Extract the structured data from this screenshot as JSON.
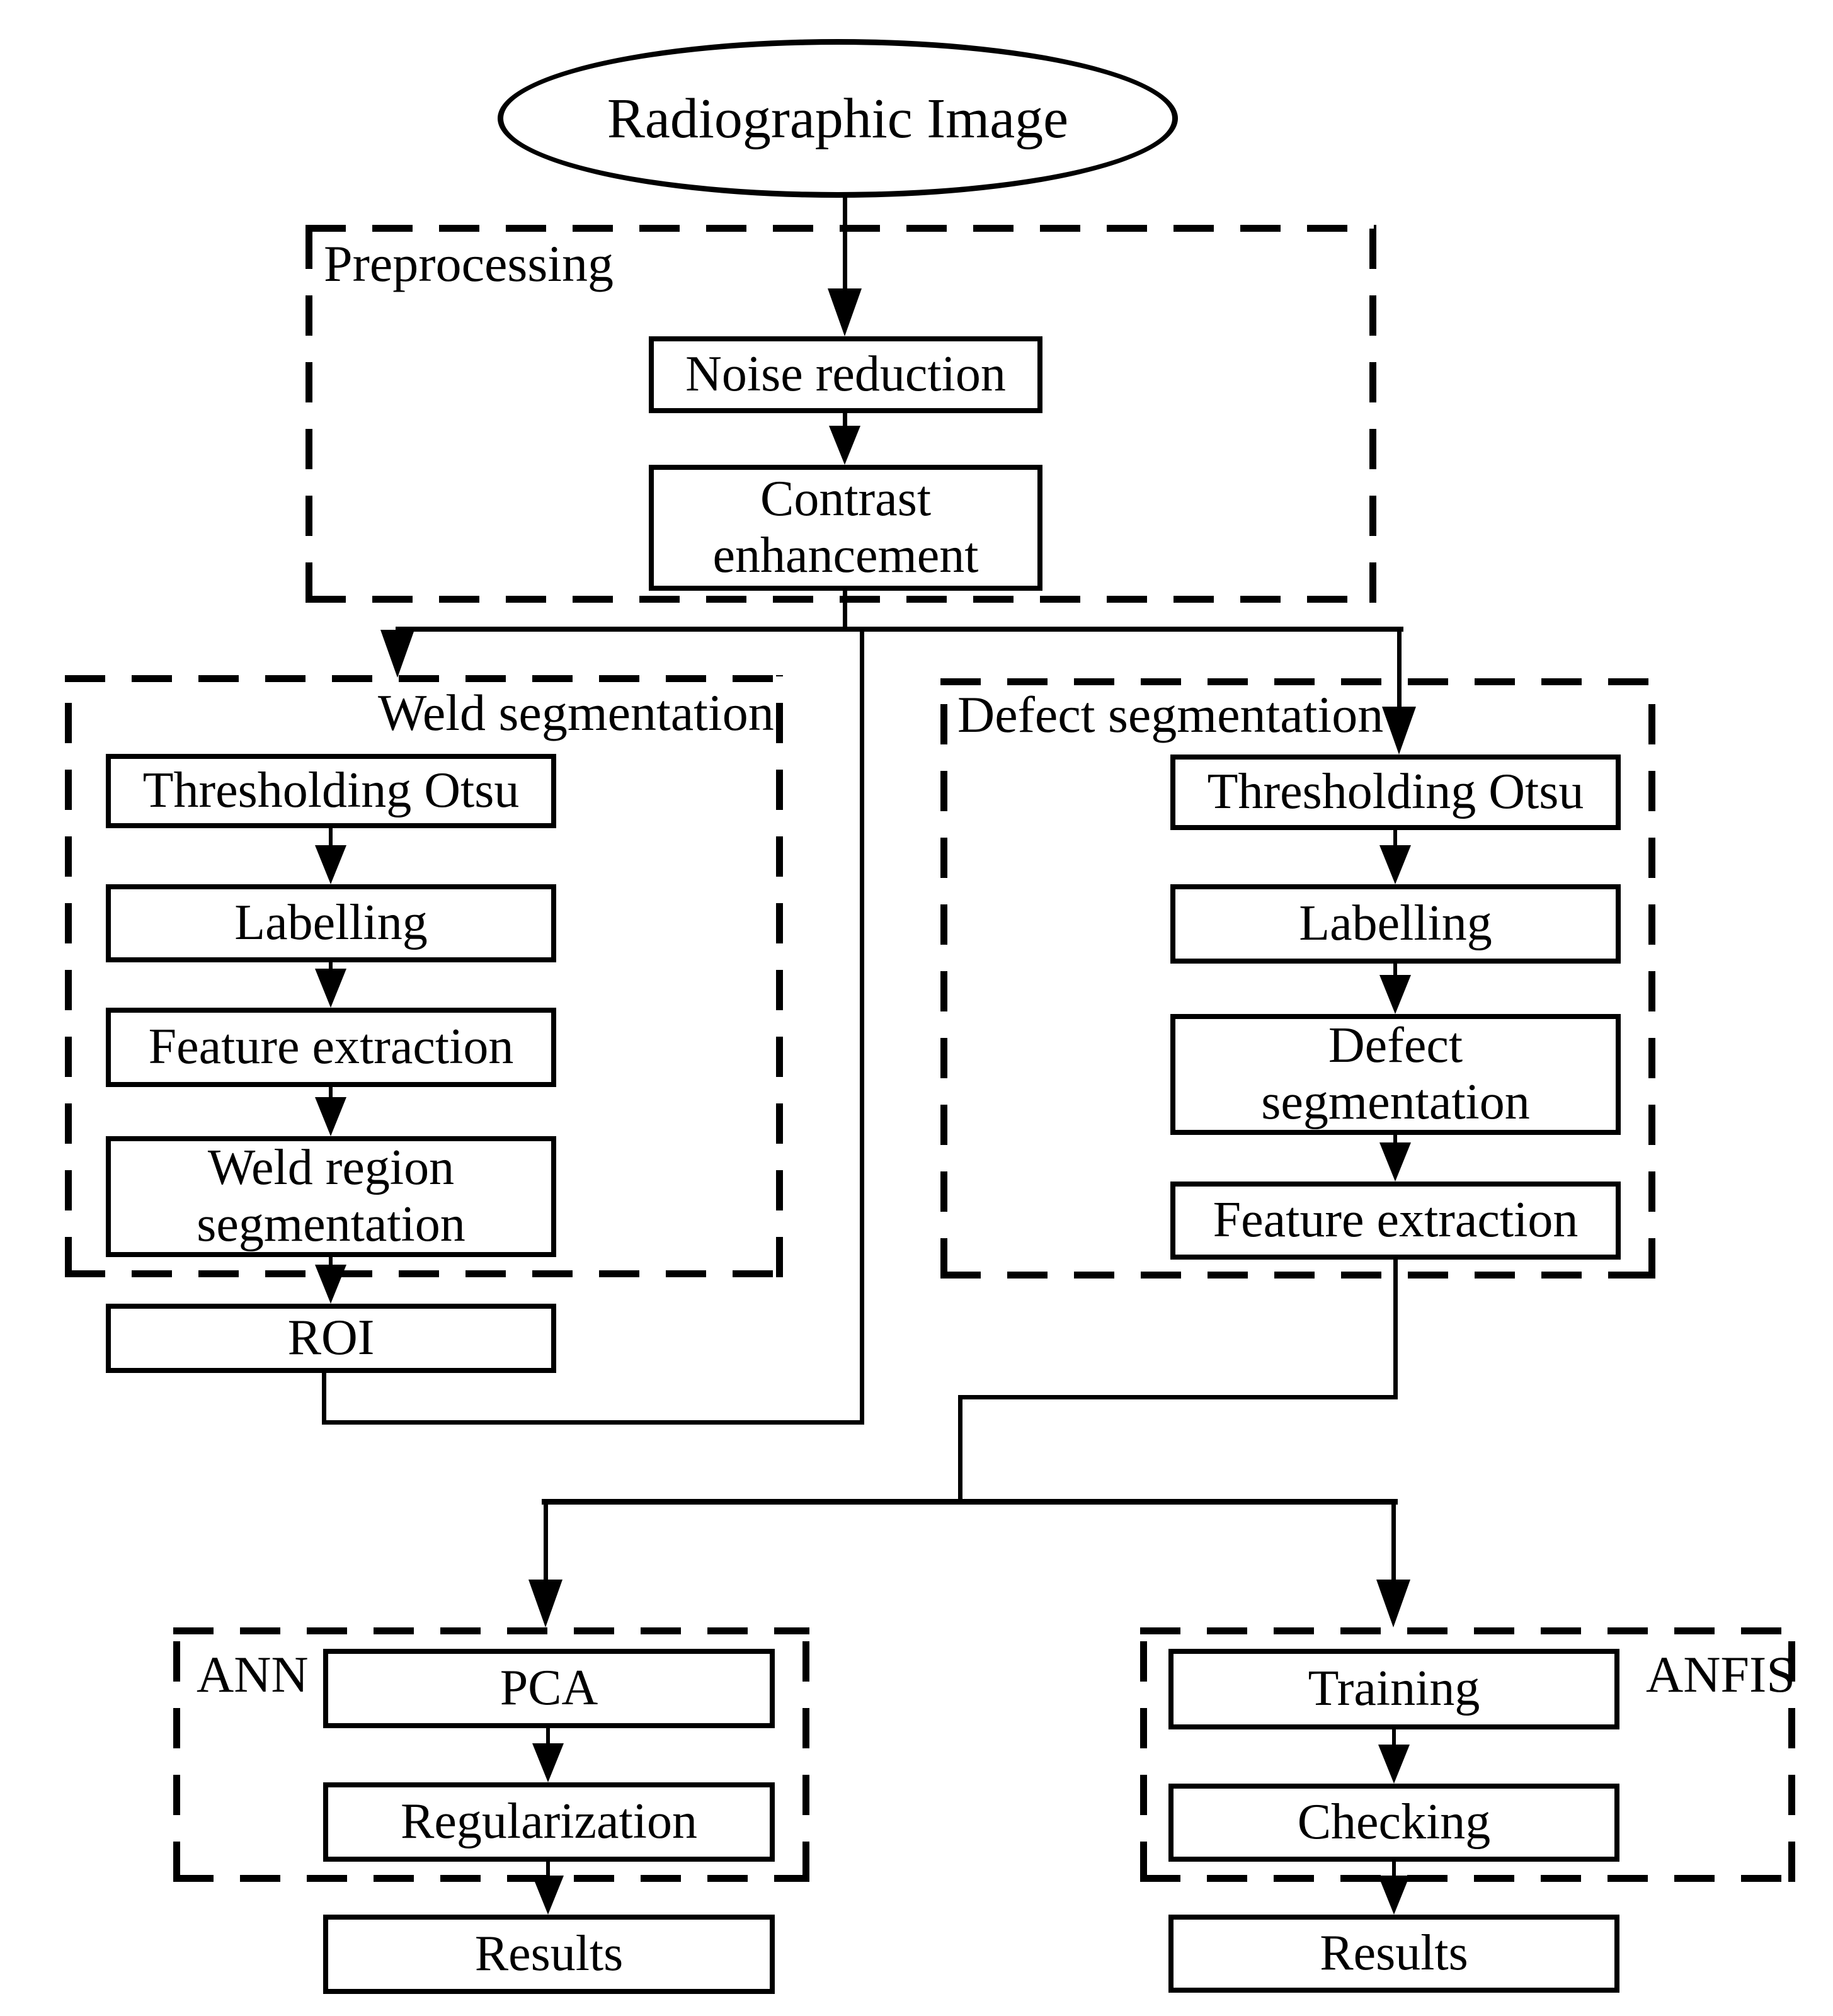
{
  "diagram": {
    "start": "Radiographic Image",
    "preprocessing": {
      "title": "Preprocessing",
      "noise_reduction": "Noise reduction",
      "contrast_enhancement": "Contrast enhancement"
    },
    "weld": {
      "title": "Weld segmentation",
      "thresholding": "Thresholding Otsu",
      "labelling": "Labelling",
      "feature_extraction": "Feature extraction",
      "region_segmentation": "Weld region segmentation",
      "roi": "ROI"
    },
    "defect": {
      "title": "Defect segmentation",
      "thresholding": "Thresholding Otsu",
      "labelling": "Labelling",
      "segmentation": "Defect segmentation",
      "feature_extraction": "Feature extraction"
    },
    "ann": {
      "title": "ANN",
      "pca": "PCA",
      "regularization": "Regularization",
      "results": "Results"
    },
    "anfis": {
      "title": "ANFIS",
      "training": "Training",
      "checking": "Checking",
      "results": "Results"
    },
    "colors": {
      "line": "#000000",
      "background": "#ffffff",
      "text": "#000000"
    }
  }
}
